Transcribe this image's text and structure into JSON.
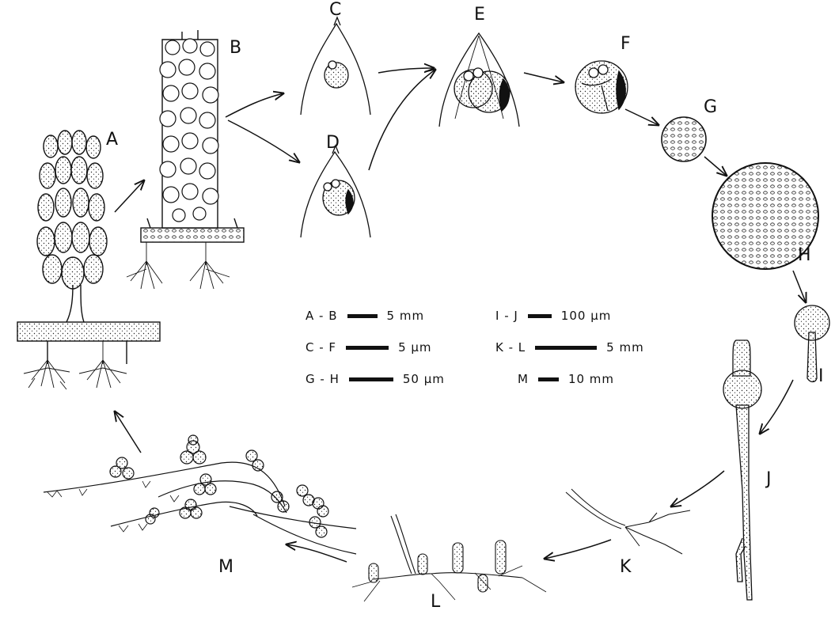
{
  "stage_labels": {
    "A": "A",
    "B": "B",
    "C": "C",
    "D": "D",
    "E": "E",
    "F": "F",
    "G": "G",
    "H": "H",
    "I": "I",
    "J": "J",
    "K": "K",
    "L": "L",
    "M": "M"
  },
  "scale_bars": [
    {
      "range": "A - B",
      "value": "5 mm"
    },
    {
      "range": "C - F",
      "value": "5 µm"
    },
    {
      "range": "G - H",
      "value": "50 µm"
    },
    {
      "range": "I - J",
      "value": "100 µm"
    },
    {
      "range": "K - L",
      "value": "5 mm"
    },
    {
      "range": "M",
      "value": "10 mm"
    }
  ],
  "colors": {
    "ink": "#111111",
    "paper": "#ffffff"
  }
}
